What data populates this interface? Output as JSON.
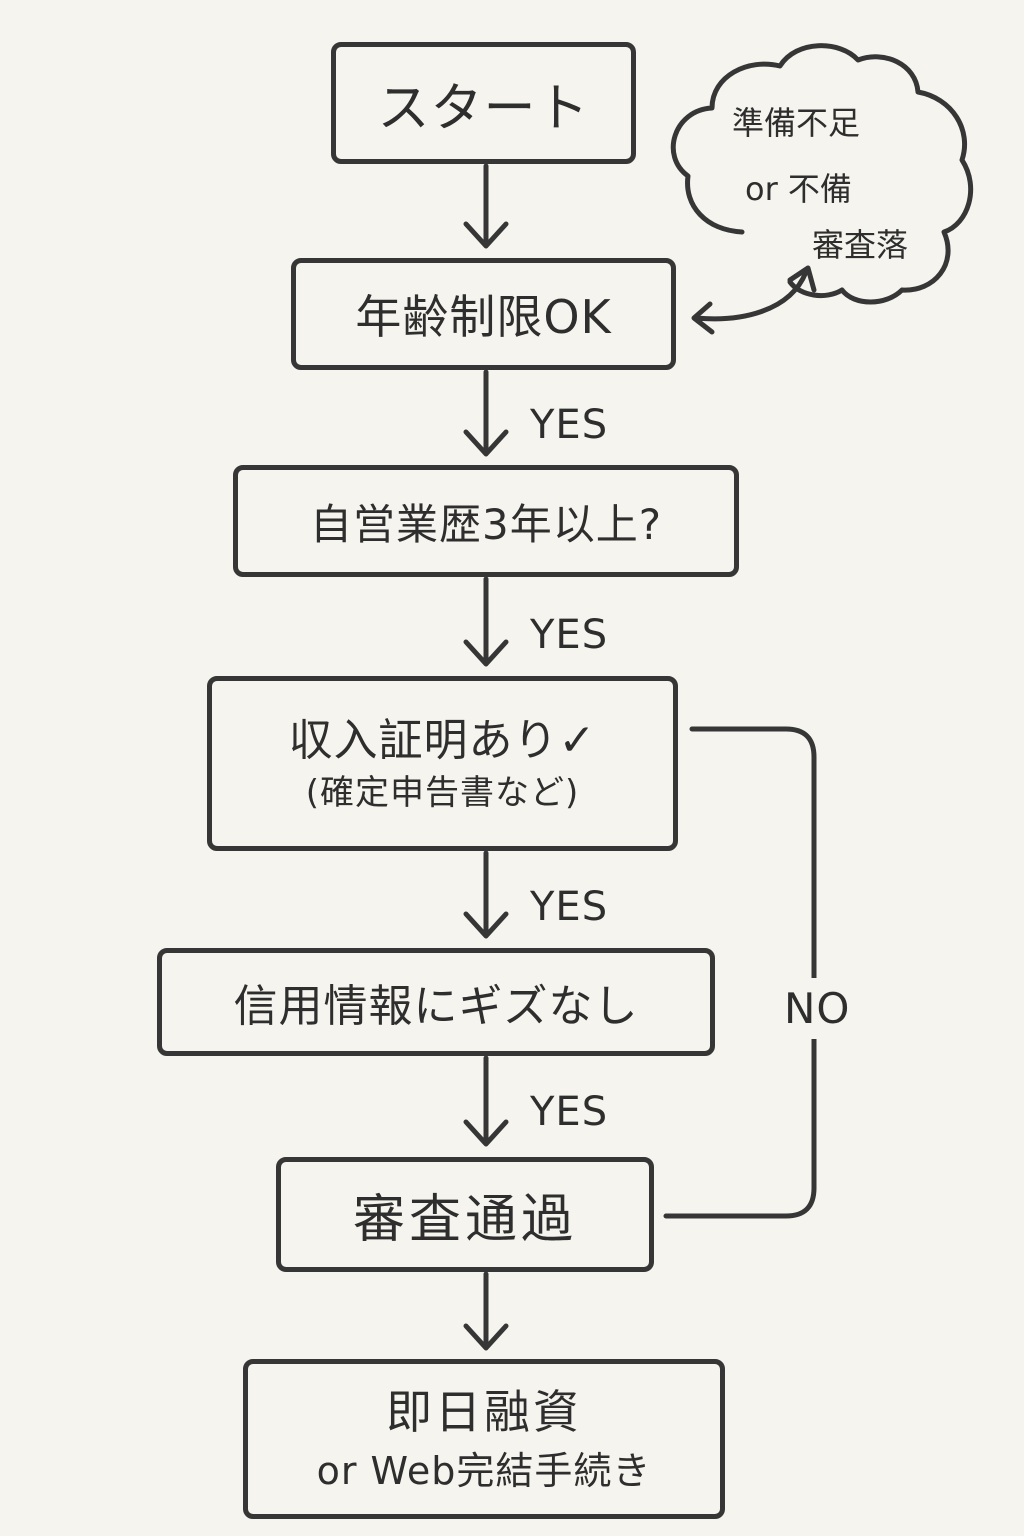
{
  "flowchart": {
    "start": "スタート",
    "age_check": "年齢制限OK",
    "years_check": "自営業歴3年以上?",
    "income_check": {
      "line1": "収入証明あり✓",
      "line2": "(確定申告書など)"
    },
    "credit_check": "信用情報にギズなし",
    "approval": "審査通過",
    "result": {
      "line1": "即日融資",
      "line2": "or Web完結手続き"
    },
    "yes_labels": [
      "YES",
      "YES",
      "YES",
      "YES"
    ],
    "no_label": "NO",
    "cloud_note": {
      "line1": "準備不足",
      "line2": "or 不備",
      "line3": "審査落"
    }
  }
}
